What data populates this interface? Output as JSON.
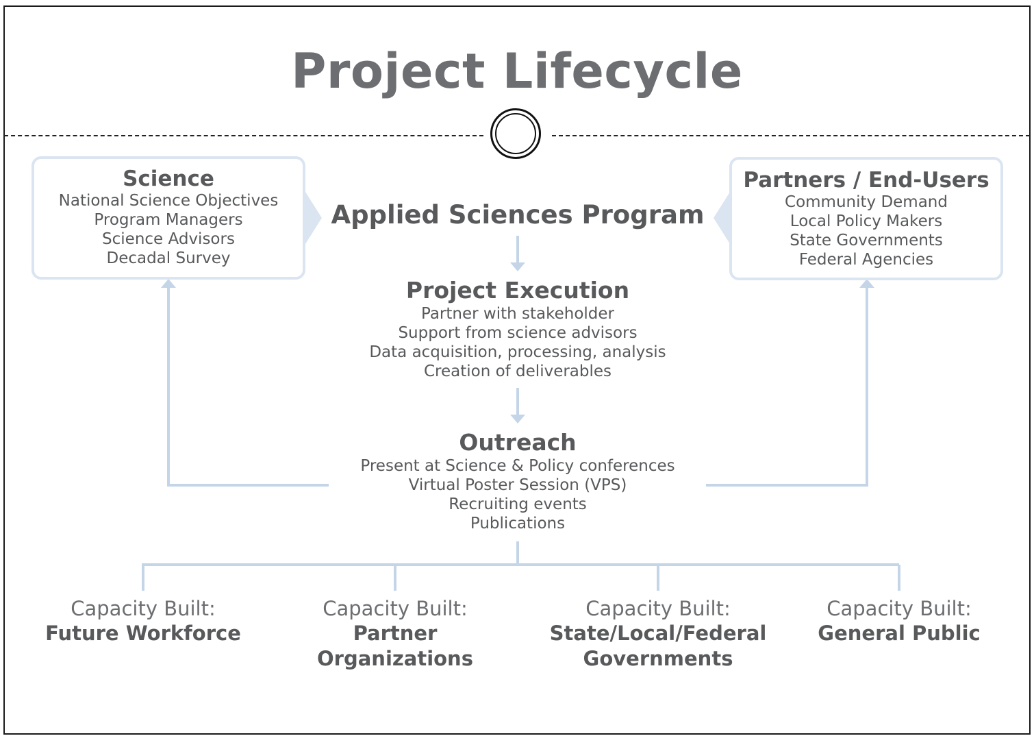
{
  "title": "Project Lifecycle",
  "colors": {
    "connector": "#c5d5e8",
    "box_border": "#dbe5f1",
    "text": "#58595b",
    "title": "#6d6e71"
  },
  "science": {
    "heading": "Science",
    "items": [
      "National Science Objectives",
      "Program Managers",
      "Science Advisors",
      "Decadal Survey"
    ]
  },
  "partners": {
    "heading": "Partners / End-Users",
    "items": [
      "Community Demand",
      "Local Policy Makers",
      "State Governments",
      "Federal Agencies"
    ]
  },
  "program": {
    "heading": "Applied Sciences Program"
  },
  "execution": {
    "heading": "Project Execution",
    "items": [
      "Partner with stakeholder",
      "Support from science advisors",
      "Data acquisition, processing, analysis",
      "Creation of deliverables"
    ]
  },
  "outreach": {
    "heading": "Outreach",
    "items": [
      "Present at Science & Policy conferences",
      "Virtual Poster Session (VPS)",
      "Recruiting events",
      "Publications"
    ]
  },
  "capacity": [
    {
      "label": "Capacity Built:",
      "value_lines": [
        "Future Workforce"
      ]
    },
    {
      "label": "Capacity Built:",
      "value_lines": [
        "Partner Organizations"
      ]
    },
    {
      "label": "Capacity Built:",
      "value_lines": [
        "State/Local/Federal",
        "Governments"
      ]
    },
    {
      "label": "Capacity Built:",
      "value_lines": [
        "General Public"
      ]
    }
  ]
}
